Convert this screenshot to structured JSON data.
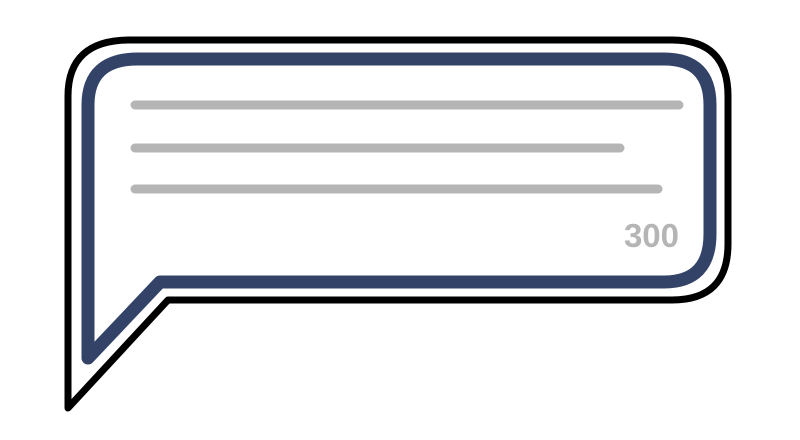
{
  "comment_bubble": {
    "char_counter": "300",
    "text_lines": [
      {
        "kind": "placeholder-line"
      },
      {
        "kind": "placeholder-line"
      },
      {
        "kind": "placeholder-line"
      }
    ]
  },
  "colors": {
    "background": "#ffffff",
    "outer_outline": "#000000",
    "inner_border": "#334367",
    "fill": "#ffffff",
    "text_lines": "#b5b5b5",
    "counter": "#b5b5b5"
  }
}
